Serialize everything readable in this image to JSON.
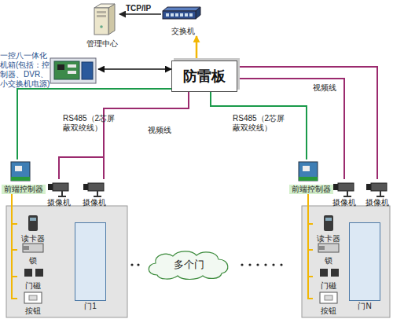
{
  "diagram": {
    "nodes": [
      {
        "text": [
          "管理中心"
        ]
      },
      {
        "text": [
          "交换机"
        ]
      },
      {
        "text": [
          "防雷板"
        ]
      },
      {
        "text": [
          "一控八一体化机箱(包括：控制器、DVR、小交换机电源)"
        ]
      },
      {
        "text": [
          "前端控制器"
        ]
      },
      {
        "text": [
          "摄像机"
        ]
      },
      {
        "text": [
          "摄像机"
        ]
      },
      {
        "text": [
          "前端控制器"
        ]
      },
      {
        "text": [
          "摄像机"
        ]
      },
      {
        "text": [
          "摄像机"
        ]
      },
      {
        "text": [
          "读卡器"
        ]
      },
      {
        "text": [
          "锁"
        ]
      },
      {
        "text": [
          "门磁"
        ]
      },
      {
        "text": [
          "按钮"
        ]
      },
      {
        "text": [
          "门1"
        ]
      },
      {
        "text": [
          "多个门"
        ]
      },
      {
        "text": [
          "读卡器"
        ]
      },
      {
        "text": [
          "锁"
        ]
      },
      {
        "text": [
          "门磁"
        ]
      },
      {
        "text": [
          "按钮"
        ]
      },
      {
        "text": [
          "门N"
        ]
      }
    ],
    "edges": [
      {
        "from": 1,
        "to": 0,
        "label": "TCP/IP",
        "arrow": "to"
      },
      {
        "from": 2,
        "to": 1,
        "arrow": "to"
      },
      {
        "from": 3,
        "to": 2,
        "arrow": "both"
      },
      {
        "from": 2,
        "to": 4,
        "label": "RS485（2芯屏蔽双绞线）",
        "arrow": "none"
      },
      {
        "from": 2,
        "to": 7,
        "label": "RS485（2芯屏蔽双绞线）",
        "arrow": "none"
      },
      {
        "from": 2,
        "to": 5,
        "arrow": "none"
      },
      {
        "from": 2,
        "to": 6,
        "label": "视频线",
        "arrow": "none"
      },
      {
        "from": 2,
        "to": 8,
        "label": "视频线",
        "arrow": "none"
      },
      {
        "from": 2,
        "to": 9,
        "arrow": "none"
      },
      {
        "from": 4,
        "to": 10,
        "arrow": "none"
      },
      {
        "from": 4,
        "to": 11,
        "arrow": "none"
      },
      {
        "from": 4,
        "to": 12,
        "arrow": "none"
      },
      {
        "from": 4,
        "to": 13,
        "arrow": "none"
      },
      {
        "from": 7,
        "to": 16,
        "arrow": "none"
      },
      {
        "from": 7,
        "to": 17,
        "arrow": "none"
      },
      {
        "from": 7,
        "to": 18,
        "arrow": "none"
      },
      {
        "from": 7,
        "to": 19,
        "arrow": "none"
      }
    ]
  }
}
